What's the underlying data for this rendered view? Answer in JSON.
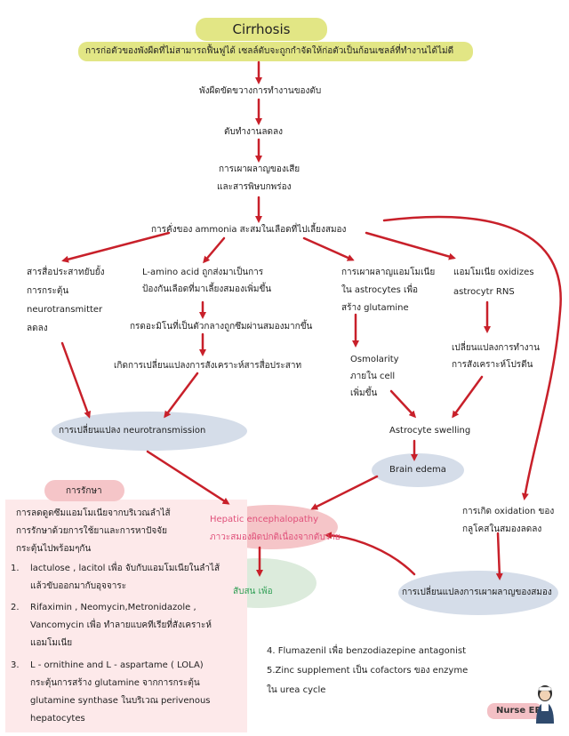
{
  "title": "Cirrhosis",
  "definition": "การก่อตัวของพังผืดที่ไม่สามารถฟื้นฟูได้ เซลล์ตับจะถูกกำจัดให้ก่อตัวเป็นก้อนเซลล์ที่ทำงานได้ไม่ดี",
  "flow": {
    "step1": "พังผืดขัดขวางการทำงานของตับ",
    "step2": "ตับทำงานลดลง",
    "step3a": "การเผาผลาญของเสีย",
    "step3b": "และสารพิษบกพร่อง",
    "step4": "การคั่งของ ammonia สะสมในเลือดที่ไปเลี้ยงสมอง"
  },
  "left_branch": {
    "lines": [
      "สารสื่อประสาทยับยั้ง",
      "การกระตุ้น",
      "neurotransmitter",
      "ลดลง"
    ]
  },
  "mid_branch": {
    "lines": [
      "L-amino acid ถูกส่งมาเป็นการ",
      "ป้องกันเลือดที่มาเลี้ยงสมองเพิ่มขึ้น"
    ],
    "next": "กรดอะมิโนที่เป็นตัวกลางถูกซึมผ่านสมองมากขึ้น",
    "result": "เกิดการเปลี่ยนแปลงการสังเคราะห์สารสื่อประสาท"
  },
  "neurotransmission": "การเปลี่ยนแปลง neurotransmission",
  "astro_branch": {
    "lines": [
      "การเผาผลาญแอมโมเนีย",
      "ใน astrocytes เพื่อ",
      "สร้าง glutamine"
    ],
    "osmo": [
      "Osmolarity",
      "ภายใน cell",
      "เพิ่มขึ้น"
    ]
  },
  "rns_branch": {
    "lines": [
      "แอมโมเนีย oxidizes",
      "astrocytr RNS"
    ],
    "next": [
      "เปลี่ยนแปลงการทำงาน",
      "การสังเคราะห์โปรตีน"
    ]
  },
  "astrocyte_swelling": "Astrocyte swelling",
  "brain_edema": "Brain edema",
  "he": {
    "line1": "Hepatic encephalopathy",
    "line2": "ภาวะสมองผิดปกติเนื่องจากตับวาย"
  },
  "confusion": "สับสน เพ้อ",
  "oxidation": [
    "การเกิด oxidation ของ",
    "กลูโคสในสมองลดลง"
  ],
  "metabolism_change": "การเปลี่ยนแปลงการเผาผลาญของสมอง",
  "treatment": {
    "label": "การรักษา",
    "intro": [
      "การลดดูดซึมแอมโมเนียจากบริเวณลำไส้",
      "การรักษาด้วยการใช้ยาและการหาปัจจัย",
      "กระตุ้นไปพร้อมๆกัน"
    ],
    "items": [
      {
        "num": "1.",
        "lines": [
          "lactulose , lacitol เพื่อ จับกับแอมโมเนียในลำไส้",
          "แล้วขับออกมากับอุจจาระ"
        ]
      },
      {
        "num": "2.",
        "lines": [
          "Rifaximin , Neomycin,Metronidazole ,",
          "Vancomycin เพื่อ ทำลายแบคทีเรียที่สังเคราะห์",
          "แอมโมเนีย"
        ]
      },
      {
        "num": "3.",
        "lines": [
          "L - ornithine and L - aspartame ( LOLA)",
          "กระตุ้นการสร้าง glutamine จากการกระตุ้น",
          "glutamine synthase ในบริเวณ perivenous",
          "hepatocytes"
        ]
      }
    ],
    "extra": [
      "4. Flumazenil เพื่อ benzodiazepine antagonist",
      "5.Zinc supplement เป็น cofactors ของ enzyme",
      "ใน urea cycle"
    ]
  },
  "brand": "Nurse ER",
  "colors": {
    "arrow": "#c8202a",
    "title_highlight": "#e2e685",
    "pink_highlight": "#f5c5c8",
    "blue_highlight": "#d5dde9",
    "green_highlight": "#dcebdc",
    "he_text": "#e0507a",
    "confusion_text": "#2f9e54"
  }
}
